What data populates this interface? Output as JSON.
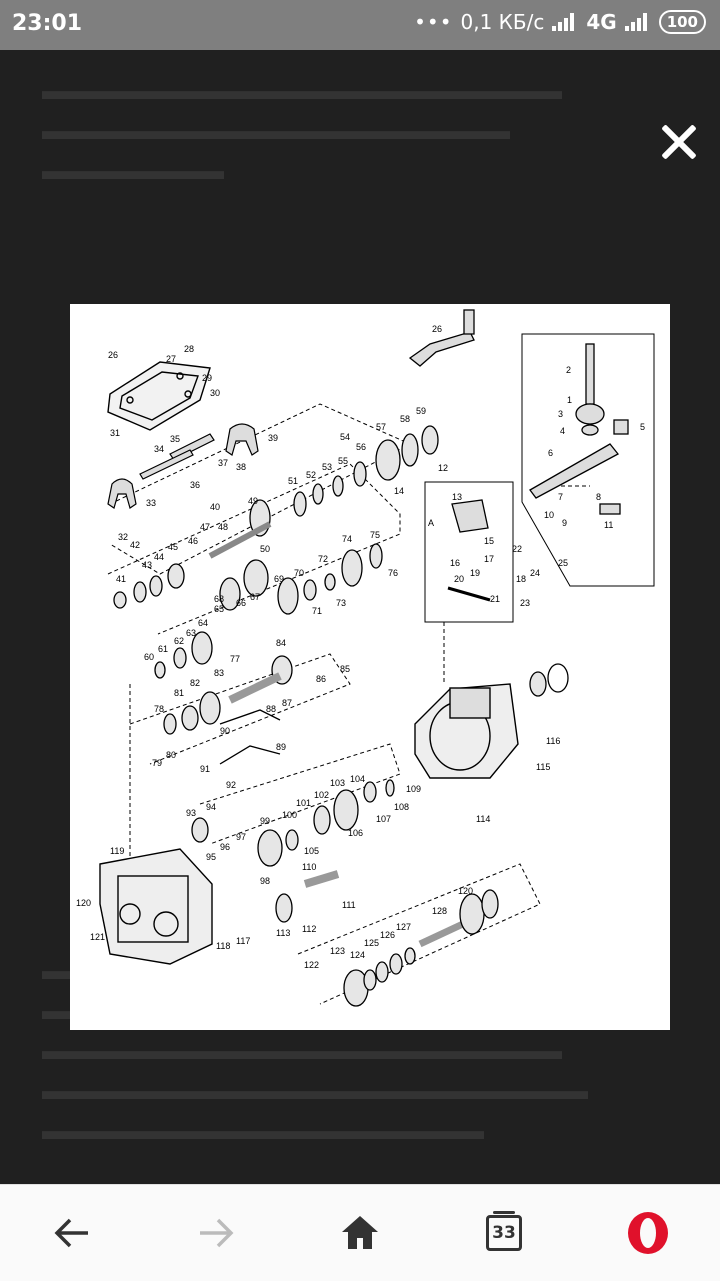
{
  "status_bar": {
    "time": "23:01",
    "dots": "•••",
    "network_speed": "0,1 КБ/с",
    "network_type": "4G",
    "battery": "100"
  },
  "viewer": {
    "close_icon": "close-icon",
    "image_icon": "exploded-diagram-image"
  },
  "nav_bar": {
    "back_icon": "arrow-left-icon",
    "forward_icon": "arrow-right-icon",
    "home_icon": "home-icon",
    "tabs_count": "33",
    "opera_icon": "opera-logo-icon"
  },
  "colors": {
    "status_bar_bg": "#7f7f7f",
    "viewer_bg": "#202020",
    "nav_bar_bg": "#fafafa",
    "opera_red": "#e0112b"
  },
  "diagram_labels": {
    "l1": "1",
    "l2": "2",
    "l3": "3",
    "l4": "4",
    "l5": "5",
    "l6": "6",
    "l7": "7",
    "l8": "8",
    "l9": "9",
    "l10": "10",
    "l11": "11",
    "l12": "12",
    "l13": "13",
    "l14": "14",
    "l15": "15",
    "l16": "16",
    "l17": "17",
    "l18": "18",
    "l19": "19",
    "l20": "20",
    "l21": "21",
    "l22": "22",
    "l23": "23",
    "l24": "24",
    "l25": "25",
    "l26": "26",
    "l26b": "26",
    "l27": "27",
    "l28": "28",
    "l29": "29",
    "l30": "30",
    "l31": "31",
    "l32": "32",
    "l33": "33",
    "l34": "34",
    "l35": "35",
    "l36": "36",
    "l37": "37",
    "l38": "38",
    "l39": "39",
    "l40": "40",
    "l41": "41",
    "l42": "42",
    "l43": "43",
    "l44": "44",
    "l45": "45",
    "l46": "46",
    "l47": "47",
    "l48": "48",
    "l49": "49",
    "l50": "50",
    "l51": "51",
    "l52": "52",
    "l53": "53",
    "l54": "54",
    "l55": "55",
    "l56": "56",
    "l57": "57",
    "l58": "58",
    "l59": "59",
    "l60": "60",
    "l61": "61",
    "l62": "62",
    "l63": "63",
    "l64": "64",
    "l65": "65",
    "l66": "66",
    "l67": "67",
    "l68": "68",
    "l69": "69",
    "l70": "70",
    "l71": "71",
    "l72": "72",
    "l73": "73",
    "l74": "74",
    "l75": "75",
    "l76": "76",
    "l77": "77",
    "l78": "78",
    "l79": "79",
    "l80": "80",
    "l81": "81",
    "l82": "82",
    "l83": "83",
    "l84": "84",
    "l85": "85",
    "l86": "86",
    "l87": "87",
    "l88": "88",
    "l89": "89",
    "l90": "90",
    "l91": "91",
    "l92": "92",
    "l93": "93",
    "l94": "94",
    "l95": "95",
    "l96": "96",
    "l97": "97",
    "l98": "98",
    "l99": "99",
    "l100": "100",
    "l101": "101",
    "l102": "102",
    "l103": "103",
    "l104": "104",
    "l105": "105",
    "l106": "106",
    "l107": "107",
    "l108": "108",
    "l109": "109",
    "l110": "110",
    "l111": "111",
    "l112": "112",
    "l113": "113",
    "l114": "114",
    "l115": "115",
    "l116": "116",
    "l117": "117",
    "l118": "118",
    "l119": "119",
    "l120": "120",
    "l120b": "120",
    "l121": "121",
    "l122": "122",
    "l123": "123",
    "l124": "124",
    "l125": "125",
    "l126": "126",
    "l127": "127",
    "l128": "128",
    "lA": "A"
  }
}
